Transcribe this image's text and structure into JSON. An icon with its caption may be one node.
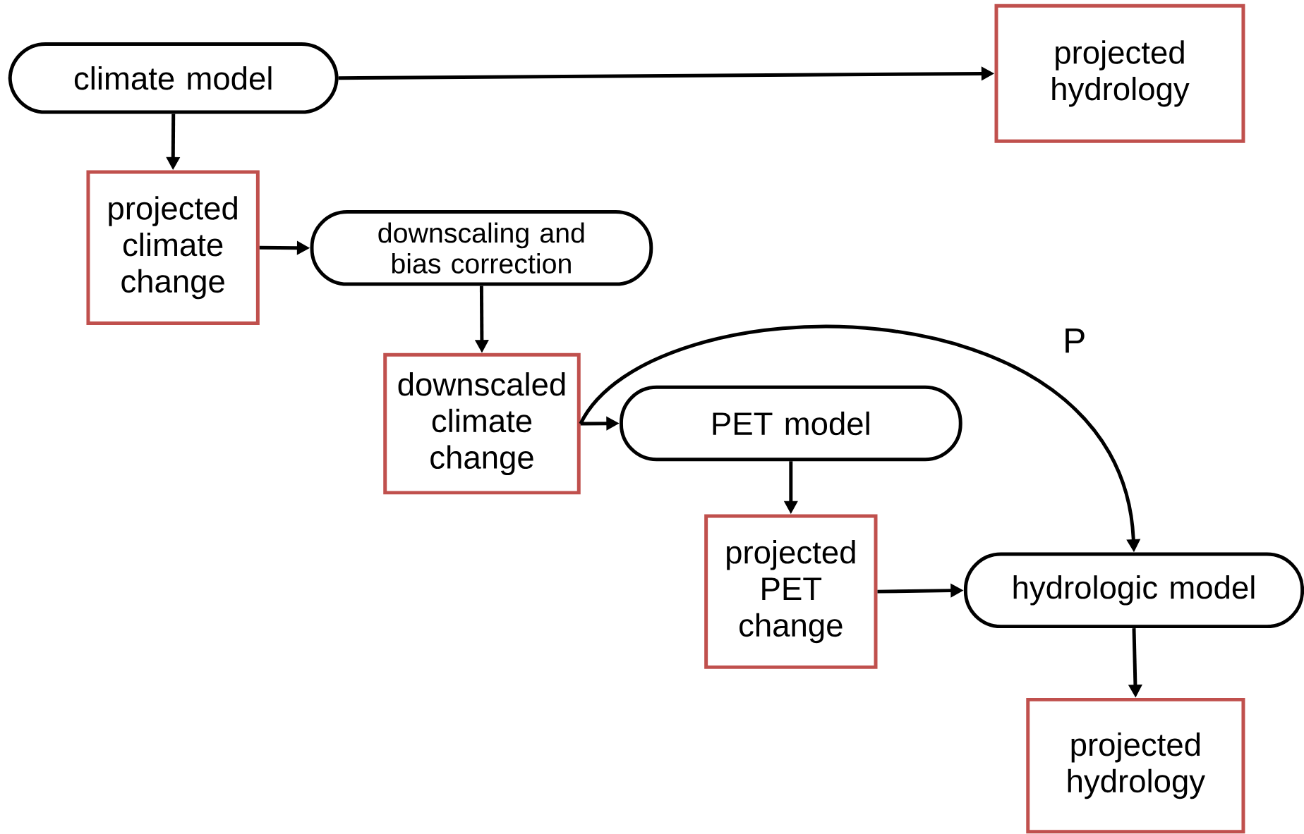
{
  "diagram": {
    "nodes": [
      {
        "text": [
          "climate model"
        ]
      },
      {
        "text": [
          "projected hydrology"
        ]
      },
      {
        "text": [
          "projected climate change"
        ]
      },
      {
        "text": [
          "downscaling and bias correction"
        ]
      },
      {
        "text": [
          "downscaled climate change"
        ]
      },
      {
        "text": [
          "PET model"
        ]
      },
      {
        "text": [
          "projected PET change"
        ]
      },
      {
        "text": [
          "hydrologic model"
        ]
      },
      {
        "text": [
          "projected hydrology"
        ]
      }
    ],
    "edges": [
      {
        "from": 0,
        "to": 1,
        "arrow": "to"
      },
      {
        "from": 0,
        "to": 2,
        "arrow": "to"
      },
      {
        "from": 2,
        "to": 3,
        "arrow": "to"
      },
      {
        "from": 3,
        "to": 4,
        "arrow": "to"
      },
      {
        "from": 4,
        "to": 5,
        "arrow": "to"
      },
      {
        "from": 4,
        "to": 7,
        "arrow": "to",
        "label": "P"
      },
      {
        "from": 5,
        "to": 6,
        "arrow": "to"
      },
      {
        "from": 6,
        "to": 7,
        "arrow": "to"
      },
      {
        "from": 7,
        "to": 8,
        "arrow": "to"
      }
    ]
  }
}
